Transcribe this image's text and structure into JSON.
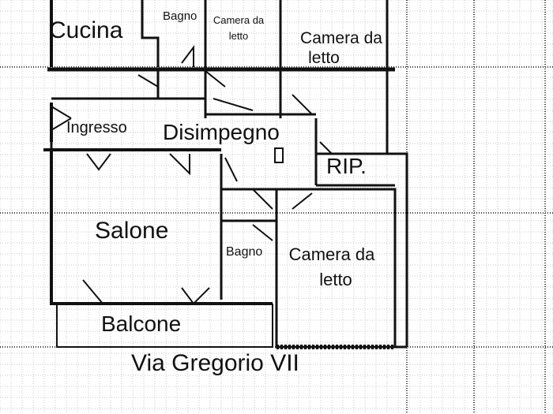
{
  "rooms": {
    "cucina": "Cucina",
    "bagno_top": "Bagno",
    "camera_small_1": "Camera da",
    "camera_small_2": "letto",
    "camera_top_1": "Camera da",
    "camera_top_2": "letto",
    "ingresso": "Ingresso",
    "disimpegno": "Disimpegno",
    "rip": "RIP.",
    "salone": "Salone",
    "bagno_bottom": "Bagno",
    "camera_bottom_1": "Camera da",
    "camera_bottom_2": "letto",
    "balcone": "Balcone"
  },
  "street": "Via Gregorio VII",
  "colors": {
    "walls": "#111111",
    "grid": "#c8c8c8",
    "background": "#ffffff"
  }
}
